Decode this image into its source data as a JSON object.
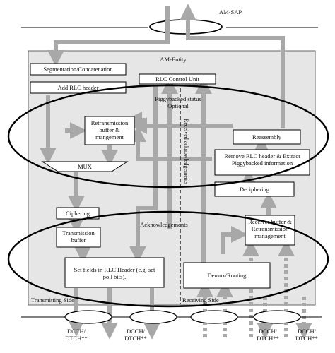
{
  "diagram": {
    "sap_label": "AM-SAP",
    "entity_label": "AM-Entity",
    "boxes": {
      "segmentation": "Segmentation/Concatenation",
      "add_header": "Add RLC header",
      "rlc_control_unit": "RLC Control Unit",
      "piggybacked_status": "Piggybacked status Optional",
      "retransmission_buffer": "Retransmission buffer & mangement",
      "mux": "MUX",
      "ciphering": "Ciphering",
      "transmission_buffer": "Transmission buffer",
      "set_fields": "Set fields in RLC Header (e.g. set poll bits).",
      "reassembly": "Reassembly",
      "remove_header": "Remove RLC header & Extract Piggybacked information",
      "deciphering": "Deciphering",
      "receiver_buffer": "Receiver buffer & Retransmission management",
      "demux": "Demux/Routing"
    },
    "acknowledgements": "Acknowledgements",
    "received_ack": "Received acknowledgements",
    "transmitting_side": "Transmitting Side",
    "receiving_side": "Receiving Side",
    "channels": [
      {
        "line1": "DCCH/",
        "line2": "DTCH**"
      },
      {
        "line1": "DCCH/",
        "line2": "DTCH**"
      },
      {
        "line1": "DCCH/",
        "line2": "DTCH**"
      },
      {
        "line1": "DCCH/",
        "line2": "DTCH**"
      }
    ],
    "colors": {
      "entity_fill": "#e6e6e6",
      "arrow": "#a8a8a8",
      "stroke": "#000000"
    }
  }
}
